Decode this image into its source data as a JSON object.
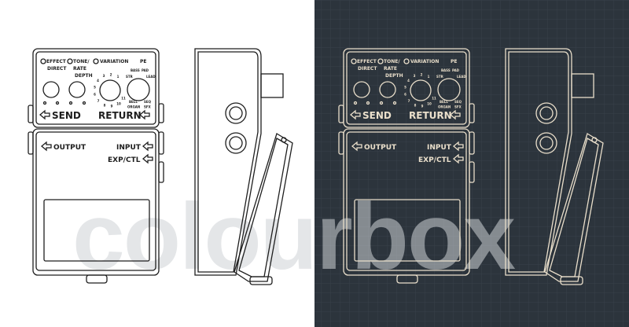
{
  "colors": {
    "light_bg": "#ffffff",
    "dark_bg": "#2c343c",
    "light_line": "#1e1e1e",
    "dark_line": "#eadfcb",
    "grid": "#38414a"
  },
  "pedal": {
    "effect_direct": "EFFECT/ DIRECT",
    "effect_label": "EFFECT",
    "direct_label": "DIRECT",
    "tone_label": "TONE/",
    "rate_label": "RATE",
    "depth_label": "DEPTH",
    "variation_label": "VARIATION",
    "pe_label": "PE",
    "mode_labels": [
      "STR",
      "BASS",
      "PAD",
      "LEAD",
      "BELL",
      "ORGAN",
      "SFX",
      "SEQ"
    ],
    "dial_numbers": [
      "1",
      "2",
      "3",
      "4",
      "5",
      "6",
      "7",
      "8",
      "9",
      "10",
      "11"
    ],
    "send_label": "SEND",
    "return_label": "RETURN",
    "output_label": "OUTPUT",
    "input_label": "INPUT",
    "exp_ctl_label": "EXP/CTL"
  },
  "watermark": "colourbox"
}
